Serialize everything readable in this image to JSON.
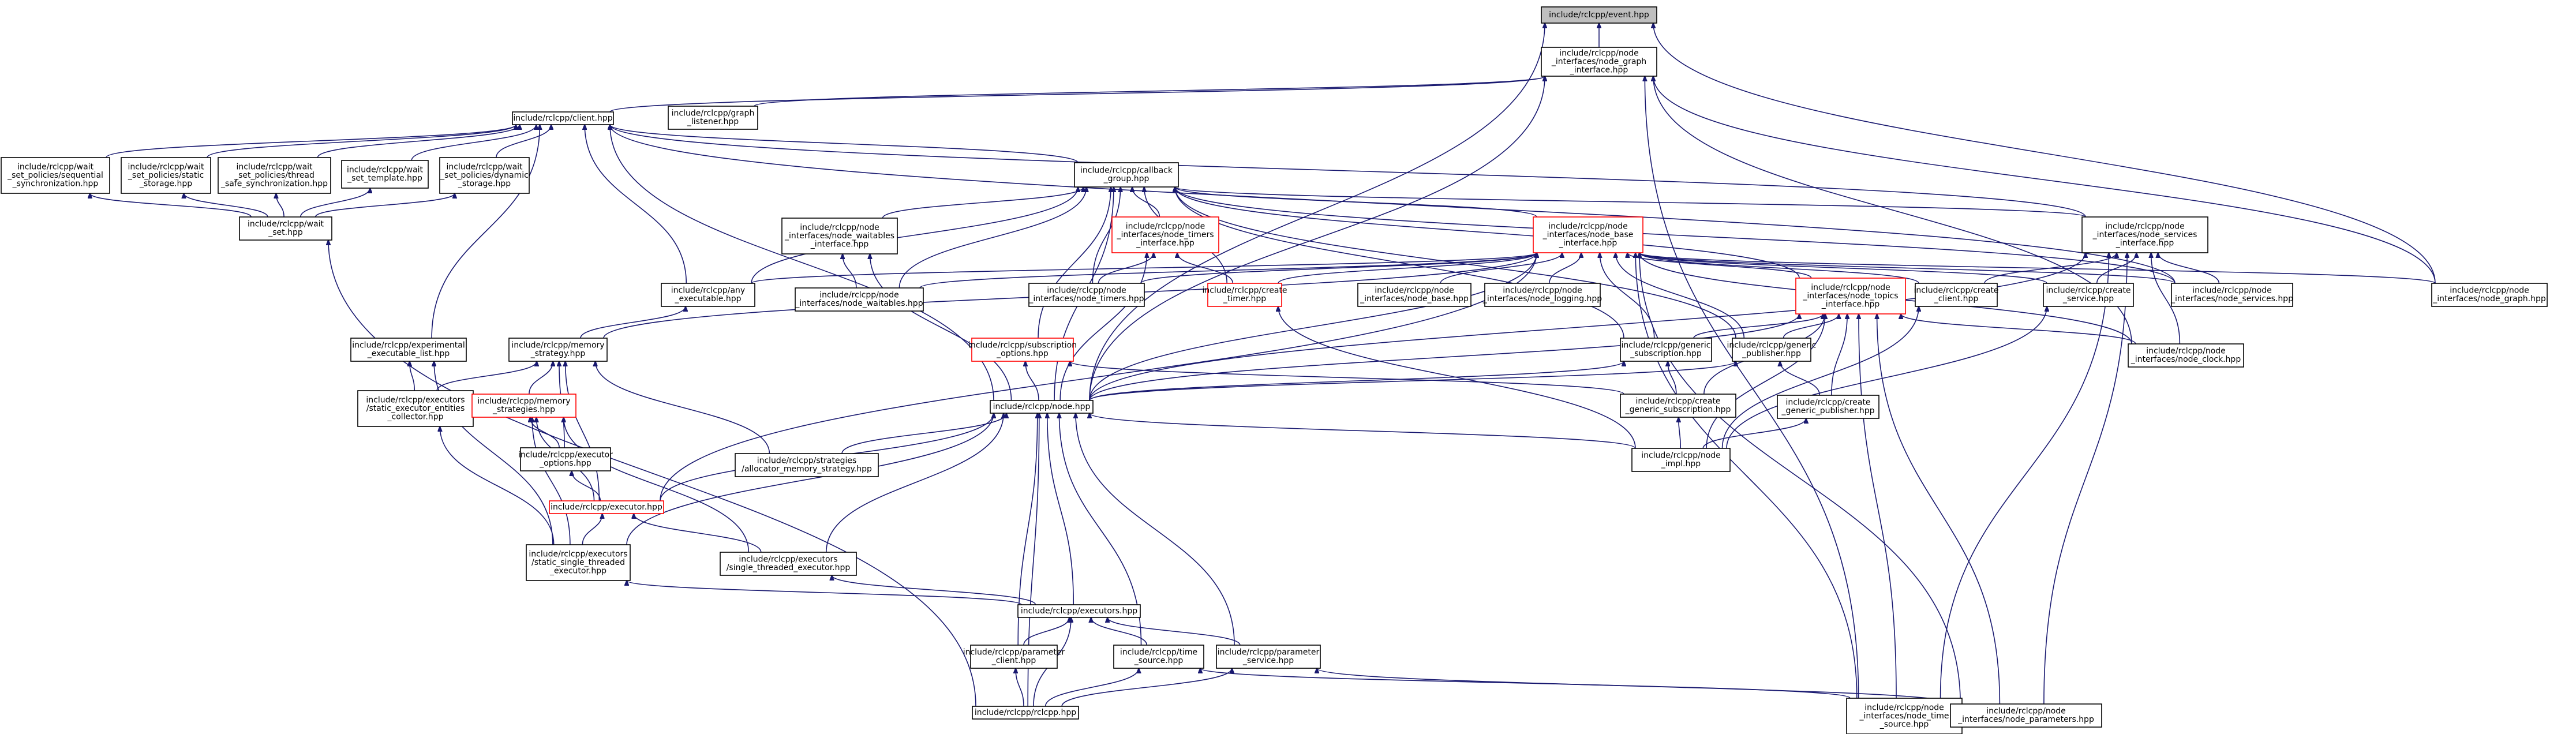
{
  "colors": {
    "edge": "#191970",
    "root_fill": "#bfbfbf",
    "node_fill": "#ffffff",
    "node_border": "#000000",
    "incomplete_border": "#ff0000"
  },
  "nodes": [
    {
      "id": "event",
      "lines": [
        "include/rclcpp/event.hpp"
      ],
      "style": "gray",
      "icon": "root-node"
    },
    {
      "id": "node_graph_interface",
      "lines": [
        "include/rclcpp/node",
        "_interfaces/node_graph",
        "_interface.hpp"
      ],
      "style": "normal"
    },
    {
      "id": "client",
      "lines": [
        "include/rclcpp/client.hpp"
      ],
      "style": "normal"
    },
    {
      "id": "graph_listener",
      "lines": [
        "include/rclcpp/graph",
        "_listener.hpp"
      ],
      "style": "normal"
    },
    {
      "id": "ws_sequential",
      "lines": [
        "include/rclcpp/wait",
        "_set_policies/sequential",
        "_synchronization.hpp"
      ],
      "style": "normal"
    },
    {
      "id": "ws_static",
      "lines": [
        "include/rclcpp/wait",
        "_set_policies/static",
        "_storage.hpp"
      ],
      "style": "normal"
    },
    {
      "id": "ws_thread_safe",
      "lines": [
        "include/rclcpp/wait",
        "_set_policies/thread",
        "_safe_synchronization.hpp"
      ],
      "style": "normal"
    },
    {
      "id": "wait_set_template",
      "lines": [
        "include/rclcpp/wait",
        "_set_template.hpp"
      ],
      "style": "normal"
    },
    {
      "id": "ws_dynamic",
      "lines": [
        "include/rclcpp/wait",
        "_set_policies/dynamic",
        "_storage.hpp"
      ],
      "style": "normal"
    },
    {
      "id": "wait_set",
      "lines": [
        "include/rclcpp/wait",
        "_set.hpp"
      ],
      "style": "normal"
    },
    {
      "id": "callback_group",
      "lines": [
        "include/rclcpp/callback",
        "_group.hpp"
      ],
      "style": "normal"
    },
    {
      "id": "node_waitables_interface",
      "lines": [
        "include/rclcpp/node",
        "_interfaces/node_waitables",
        "_interface.hpp"
      ],
      "style": "normal"
    },
    {
      "id": "node_timers_interface",
      "lines": [
        "include/rclcpp/node",
        "_interfaces/node_timers",
        "_interface.hpp"
      ],
      "style": "red"
    },
    {
      "id": "node_base_interface",
      "lines": [
        "include/rclcpp/node",
        "_interfaces/node_base",
        "_interface.hpp"
      ],
      "style": "red"
    },
    {
      "id": "node_services_interface",
      "lines": [
        "include/rclcpp/node",
        "_interfaces/node_services",
        "_interface.hpp"
      ],
      "style": "normal"
    },
    {
      "id": "any_executable",
      "lines": [
        "include/rclcpp/any",
        "_executable.hpp"
      ],
      "style": "normal"
    },
    {
      "id": "node_waitables",
      "lines": [
        "include/rclcpp/node",
        "_interfaces/node_waitables.hpp"
      ],
      "style": "normal"
    },
    {
      "id": "node_timers",
      "lines": [
        "include/rclcpp/node",
        "_interfaces/node_timers.hpp"
      ],
      "style": "normal"
    },
    {
      "id": "create_timer",
      "lines": [
        "include/rclcpp/create",
        "_timer.hpp"
      ],
      "style": "red"
    },
    {
      "id": "node_base",
      "lines": [
        "include/rclcpp/node",
        "_interfaces/node_base.hpp"
      ],
      "style": "normal"
    },
    {
      "id": "node_logging",
      "lines": [
        "include/rclcpp/node",
        "_interfaces/node_logging.hpp"
      ],
      "style": "normal"
    },
    {
      "id": "node_topics_interface",
      "lines": [
        "include/rclcpp/node",
        "_interfaces/node_topics",
        "_interface.hpp"
      ],
      "style": "red"
    },
    {
      "id": "create_client",
      "lines": [
        "include/rclcpp/create",
        "_client.hpp"
      ],
      "style": "normal"
    },
    {
      "id": "create_service",
      "lines": [
        "include/rclcpp/create",
        "_service.hpp"
      ],
      "style": "normal"
    },
    {
      "id": "node_services",
      "lines": [
        "include/rclcpp/node",
        "_interfaces/node_services.hpp"
      ],
      "style": "normal"
    },
    {
      "id": "node_graph",
      "lines": [
        "include/rclcpp/node",
        "_interfaces/node_graph.hpp"
      ],
      "style": "normal"
    },
    {
      "id": "experimental_executable_list",
      "lines": [
        "include/rclcpp/experimental",
        "_executable_list.hpp"
      ],
      "style": "normal"
    },
    {
      "id": "memory_strategy",
      "lines": [
        "include/rclcpp/memory",
        "_strategy.hpp"
      ],
      "style": "normal"
    },
    {
      "id": "subscription_options",
      "lines": [
        "include/rclcpp/subscription",
        "_options.hpp"
      ],
      "style": "red"
    },
    {
      "id": "generic_subscription",
      "lines": [
        "include/rclcpp/generic",
        "_subscription.hpp"
      ],
      "style": "normal"
    },
    {
      "id": "generic_publisher",
      "lines": [
        "include/rclcpp/generic",
        "_publisher.hpp"
      ],
      "style": "normal"
    },
    {
      "id": "node_clock",
      "lines": [
        "include/rclcpp/node",
        "_interfaces/node_clock.hpp"
      ],
      "style": "normal"
    },
    {
      "id": "static_executor_entities",
      "lines": [
        "include/rclcpp/executors",
        "/static_executor_entities",
        "_collector.hpp"
      ],
      "style": "normal"
    },
    {
      "id": "memory_strategies",
      "lines": [
        "include/rclcpp/memory",
        "_strategies.hpp"
      ],
      "style": "red"
    },
    {
      "id": "node",
      "lines": [
        "include/rclcpp/node.hpp"
      ],
      "style": "normal"
    },
    {
      "id": "create_generic_subscription",
      "lines": [
        "include/rclcpp/create",
        "_generic_subscription.hpp"
      ],
      "style": "normal"
    },
    {
      "id": "create_generic_publisher",
      "lines": [
        "include/rclcpp/create",
        "_generic_publisher.hpp"
      ],
      "style": "normal"
    },
    {
      "id": "executor_options",
      "lines": [
        "include/rclcpp/executor",
        "_options.hpp"
      ],
      "style": "normal"
    },
    {
      "id": "allocator_memory_strategy",
      "lines": [
        "include/rclcpp/strategies",
        "/allocator_memory_strategy.hpp"
      ],
      "style": "normal"
    },
    {
      "id": "node_impl",
      "lines": [
        "include/rclcpp/node",
        "_impl.hpp"
      ],
      "style": "normal"
    },
    {
      "id": "executor",
      "lines": [
        "include/rclcpp/executor.hpp"
      ],
      "style": "red"
    },
    {
      "id": "static_single_threaded",
      "lines": [
        "include/rclcpp/executors",
        "/static_single_threaded",
        "_executor.hpp"
      ],
      "style": "normal"
    },
    {
      "id": "single_threaded",
      "lines": [
        "include/rclcpp/executors",
        "/single_threaded_executor.hpp"
      ],
      "style": "normal"
    },
    {
      "id": "executors",
      "lines": [
        "include/rclcpp/executors.hpp"
      ],
      "style": "normal"
    },
    {
      "id": "parameter_client",
      "lines": [
        "include/rclcpp/parameter",
        "_client.hpp"
      ],
      "style": "normal"
    },
    {
      "id": "time_source",
      "lines": [
        "include/rclcpp/time",
        "_source.hpp"
      ],
      "style": "normal"
    },
    {
      "id": "parameter_service",
      "lines": [
        "include/rclcpp/parameter",
        "_service.hpp"
      ],
      "style": "normal"
    },
    {
      "id": "rclcpp",
      "lines": [
        "include/rclcpp/rclcpp.hpp"
      ],
      "style": "normal"
    },
    {
      "id": "node_time_source",
      "lines": [
        "include/rclcpp/node",
        "_interfaces/node_time",
        "_source.hpp"
      ],
      "style": "normal"
    },
    {
      "id": "node_parameters",
      "lines": [
        "include/rclcpp/node",
        "_interfaces/node_parameters.hpp"
      ],
      "style": "normal"
    }
  ],
  "edges": [
    [
      "node_graph_interface",
      "event"
    ],
    [
      "node",
      "event"
    ],
    [
      "node_graph",
      "event"
    ],
    [
      "client",
      "node_graph_interface"
    ],
    [
      "graph_listener",
      "node_graph_interface"
    ],
    [
      "node",
      "node_graph_interface"
    ],
    [
      "node_graph",
      "node_graph_interface"
    ],
    [
      "node_clock",
      "node_graph_interface"
    ],
    [
      "node_time_source",
      "node_graph_interface"
    ],
    [
      "ws_sequential",
      "client"
    ],
    [
      "ws_static",
      "client"
    ],
    [
      "ws_thread_safe",
      "client"
    ],
    [
      "wait_set_template",
      "client"
    ],
    [
      "ws_dynamic",
      "client"
    ],
    [
      "callback_group",
      "client"
    ],
    [
      "node_services_interface",
      "client"
    ],
    [
      "any_executable",
      "client"
    ],
    [
      "experimental_executable_list",
      "client"
    ],
    [
      "node",
      "client"
    ],
    [
      "node_services",
      "client"
    ],
    [
      "wait_set",
      "ws_sequential"
    ],
    [
      "wait_set",
      "ws_static"
    ],
    [
      "wait_set",
      "ws_thread_safe"
    ],
    [
      "wait_set",
      "wait_set_template"
    ],
    [
      "wait_set",
      "ws_dynamic"
    ],
    [
      "rclcpp",
      "wait_set"
    ],
    [
      "node_waitables_interface",
      "callback_group"
    ],
    [
      "node_timers_interface",
      "callback_group"
    ],
    [
      "node_base_interface",
      "callback_group"
    ],
    [
      "node_services_interface",
      "callback_group"
    ],
    [
      "any_executable",
      "callback_group"
    ],
    [
      "node_waitables",
      "callback_group"
    ],
    [
      "node_timers",
      "callback_group"
    ],
    [
      "subscription_options",
      "callback_group"
    ],
    [
      "node",
      "callback_group"
    ],
    [
      "generic_subscription",
      "callback_group"
    ],
    [
      "generic_publisher",
      "callback_group"
    ],
    [
      "node_topics_interface",
      "callback_group"
    ],
    [
      "node_services",
      "callback_group"
    ],
    [
      "create_timer",
      "callback_group"
    ],
    [
      "node_waitables",
      "node_waitables_interface"
    ],
    [
      "node",
      "node_waitables_interface"
    ],
    [
      "node_timers",
      "node_timers_interface"
    ],
    [
      "create_timer",
      "node_timers_interface"
    ],
    [
      "node",
      "node_timers_interface"
    ],
    [
      "node_waitables",
      "node_base_interface"
    ],
    [
      "node_timers",
      "node_base_interface"
    ],
    [
      "create_timer",
      "node_base_interface"
    ],
    [
      "node_base",
      "node_base_interface"
    ],
    [
      "node_logging",
      "node_base_interface"
    ],
    [
      "node_topics_interface",
      "node_base_interface"
    ],
    [
      "create_client",
      "node_base_interface"
    ],
    [
      "create_service",
      "node_base_interface"
    ],
    [
      "node_services",
      "node_base_interface"
    ],
    [
      "node_graph",
      "node_base_interface"
    ],
    [
      "any_executable",
      "node_base_interface"
    ],
    [
      "memory_strategy",
      "node_base_interface"
    ],
    [
      "generic_subscription",
      "node_base_interface"
    ],
    [
      "generic_publisher",
      "node_base_interface"
    ],
    [
      "node",
      "node_base_interface"
    ],
    [
      "executor",
      "node_base_interface"
    ],
    [
      "node_time_source",
      "node_base_interface"
    ],
    [
      "node_parameters",
      "node_base_interface"
    ],
    [
      "node_clock",
      "node_base_interface"
    ],
    [
      "create_client",
      "node_services_interface"
    ],
    [
      "create_service",
      "node_services_interface"
    ],
    [
      "node_services",
      "node_services_interface"
    ],
    [
      "node",
      "node_services_interface"
    ],
    [
      "node_time_source",
      "node_services_interface"
    ],
    [
      "node_parameters",
      "node_services_interface"
    ],
    [
      "node_clock",
      "node_services_interface"
    ],
    [
      "memory_strategy",
      "any_executable"
    ],
    [
      "node_impl",
      "create_timer"
    ],
    [
      "generic_subscription",
      "node_topics_interface"
    ],
    [
      "generic_publisher",
      "node_topics_interface"
    ],
    [
      "node",
      "node_topics_interface"
    ],
    [
      "create_generic_subscription",
      "node_topics_interface"
    ],
    [
      "create_generic_publisher",
      "node_topics_interface"
    ],
    [
      "node_impl",
      "node_topics_interface"
    ],
    [
      "node_time_source",
      "node_topics_interface"
    ],
    [
      "node_parameters",
      "node_topics_interface"
    ],
    [
      "node_clock",
      "node_topics_interface"
    ],
    [
      "node_impl",
      "create_client"
    ],
    [
      "node_impl",
      "create_service"
    ],
    [
      "static_executor_entities",
      "experimental_executable_list"
    ],
    [
      "static_single_threaded",
      "experimental_executable_list"
    ],
    [
      "memory_strategies",
      "memory_strategy"
    ],
    [
      "executor_options",
      "memory_strategy"
    ],
    [
      "executor",
      "memory_strategy"
    ],
    [
      "static_executor_entities",
      "memory_strategy"
    ],
    [
      "allocator_memory_strategy",
      "memory_strategy"
    ],
    [
      "node",
      "subscription_options"
    ],
    [
      "create_generic_subscription",
      "subscription_options"
    ],
    [
      "node",
      "generic_subscription"
    ],
    [
      "create_generic_subscription",
      "generic_subscription"
    ],
    [
      "node",
      "generic_publisher"
    ],
    [
      "create_generic_publisher",
      "generic_publisher"
    ],
    [
      "static_single_threaded",
      "static_executor_entities"
    ],
    [
      "executor_options",
      "memory_strategies"
    ],
    [
      "executor",
      "memory_strategies"
    ],
    [
      "single_threaded",
      "memory_strategies"
    ],
    [
      "static_single_threaded",
      "memory_strategies"
    ],
    [
      "node_impl",
      "node"
    ],
    [
      "executor",
      "node"
    ],
    [
      "static_single_threaded",
      "node"
    ],
    [
      "single_threaded",
      "node"
    ],
    [
      "allocator_memory_strategy",
      "node"
    ],
    [
      "executors",
      "node"
    ],
    [
      "parameter_client",
      "node"
    ],
    [
      "time_source",
      "node"
    ],
    [
      "parameter_service",
      "node"
    ],
    [
      "rclcpp",
      "node"
    ],
    [
      "node_impl",
      "create_generic_subscription"
    ],
    [
      "node_impl",
      "create_generic_publisher"
    ],
    [
      "executor",
      "executor_options"
    ],
    [
      "static_single_threaded",
      "executor"
    ],
    [
      "single_threaded",
      "executor"
    ],
    [
      "executors",
      "static_single_threaded"
    ],
    [
      "executors",
      "single_threaded"
    ],
    [
      "parameter_client",
      "executors"
    ],
    [
      "time_source",
      "executors"
    ],
    [
      "parameter_service",
      "executors"
    ],
    [
      "rclcpp",
      "executors"
    ],
    [
      "rclcpp",
      "parameter_client"
    ],
    [
      "rclcpp",
      "time_source"
    ],
    [
      "rclcpp",
      "parameter_service"
    ],
    [
      "node_time_source",
      "time_source"
    ],
    [
      "node_parameters",
      "parameter_service"
    ]
  ]
}
